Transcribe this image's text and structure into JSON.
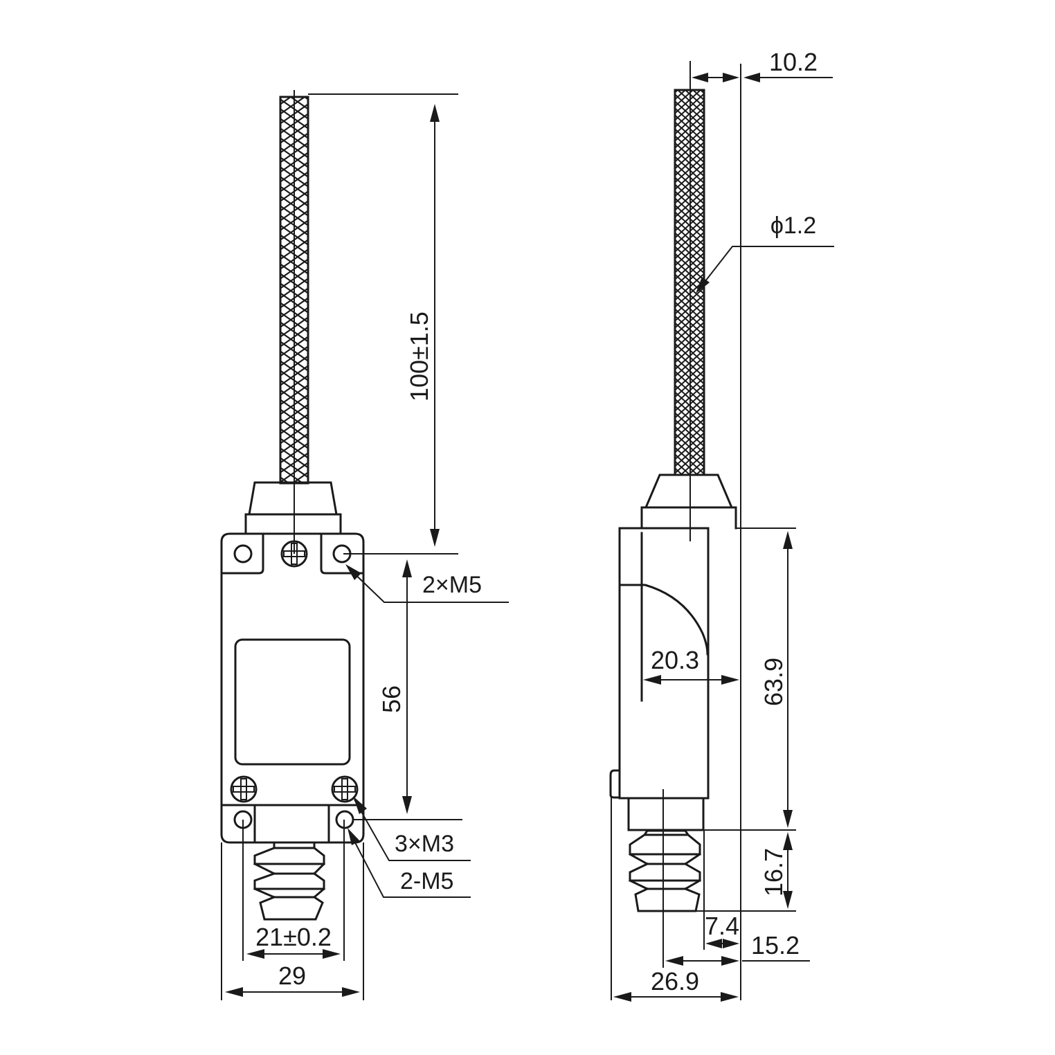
{
  "drawing": {
    "title": "Limit switch with spring rod actuator - dimensional drawing",
    "colors": {
      "line": "#1a1a1a",
      "background": "#ffffff"
    },
    "front_view": {
      "dimensions": {
        "rod_length": "100±1.5",
        "mount_hole_spacing_vertical": "56",
        "mount_hole_spacing_horizontal": "21±0.2",
        "body_width": "29"
      },
      "callouts": {
        "top_mount_holes": "2×M5",
        "cover_screws": "3×M3",
        "bottom_mount_holes": "2-M5"
      }
    },
    "side_view": {
      "dimensions": {
        "rod_offset": "10.2",
        "rod_diameter": "ϕ1.2",
        "cover_depth": "20.3",
        "body_height": "63.9",
        "plunger_height": "16.7",
        "plunger_offset": "7.4",
        "plunger_axis_offset": "15.2",
        "body_depth": "26.9"
      }
    }
  }
}
